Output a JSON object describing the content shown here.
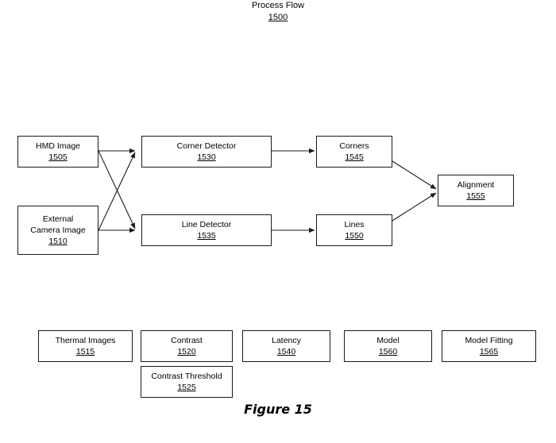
{
  "figure": {
    "title_label": "Process Flow",
    "title_ref": "1500",
    "caption": "Figure 15",
    "background_color": "#ffffff",
    "line_color": "#1a1a1a"
  },
  "nodes": {
    "hmd_image": {
      "label": "HMD Image",
      "ref": "1505"
    },
    "external_camera": {
      "label": "External\nCamera Image",
      "ref": "1510"
    },
    "corner_detector": {
      "label": "Corner Detector",
      "ref": "1530"
    },
    "line_detector": {
      "label": "Line Detector",
      "ref": "1535"
    },
    "corners": {
      "label": "Corners",
      "ref": "1545"
    },
    "lines": {
      "label": "Lines",
      "ref": "1550"
    },
    "alignment": {
      "label": "Alignment",
      "ref": "1555"
    },
    "thermal_images": {
      "label": "Thermal Images",
      "ref": "1515"
    },
    "contrast": {
      "label": "Contrast",
      "ref": "1520"
    },
    "contrast_threshold": {
      "label": "Contrast Threshold",
      "ref": "1525"
    },
    "latency": {
      "label": "Latency",
      "ref": "1540"
    },
    "model": {
      "label": "Model",
      "ref": "1560"
    },
    "model_fitting": {
      "label": "Model Fitting",
      "ref": "1565"
    }
  },
  "connections": [
    {
      "from": "hmd_image",
      "to": "corner_detector"
    },
    {
      "from": "hmd_image",
      "to": "line_detector"
    },
    {
      "from": "external_camera",
      "to": "corner_detector"
    },
    {
      "from": "external_camera",
      "to": "line_detector"
    },
    {
      "from": "corner_detector",
      "to": "corners"
    },
    {
      "from": "line_detector",
      "to": "lines"
    },
    {
      "from": "corners",
      "to": "alignment"
    },
    {
      "from": "lines",
      "to": "alignment"
    }
  ]
}
